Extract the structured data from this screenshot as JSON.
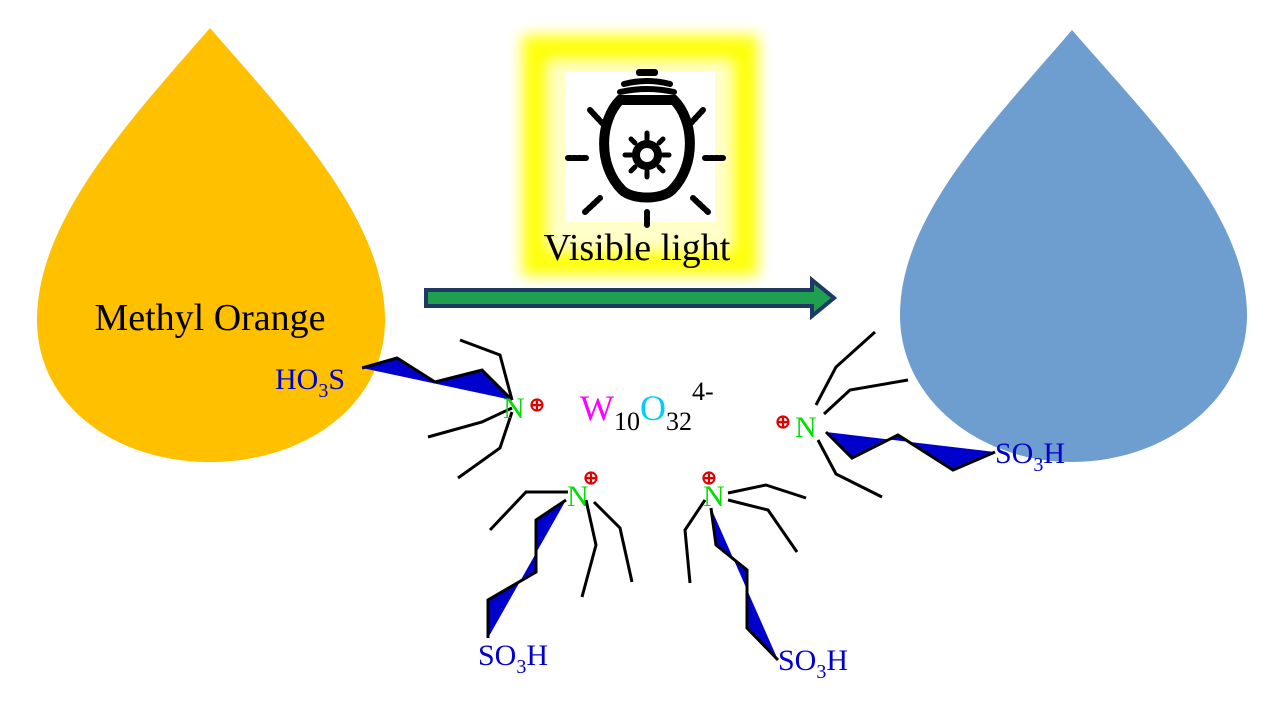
{
  "left_drop": {
    "label": "Methyl Orange",
    "color": "#FFC000"
  },
  "right_drop": {
    "color": "#6E9ECF"
  },
  "light": {
    "label": "Visible light",
    "glow_color": "#FFFF00",
    "icon": "light-bulb-icon"
  },
  "arrow": {
    "fill": "#1FA050",
    "stroke": "#203864"
  },
  "catalyst": {
    "w": "W",
    "w_sub": "10",
    "o": "O",
    "o_sub": "32",
    "charge": "4-",
    "w_color": "#FF00FF",
    "o_color": "#00CCFF"
  },
  "cation": {
    "n_label": "N",
    "n_color": "#00E000",
    "charge_symbol": "⊕",
    "charge_color": "#E00000",
    "sulfonate_color": "#0000CC",
    "so3h_parts": [
      "SO",
      "3",
      "H"
    ],
    "ho3s_parts": [
      "HO",
      "3",
      "S"
    ]
  }
}
